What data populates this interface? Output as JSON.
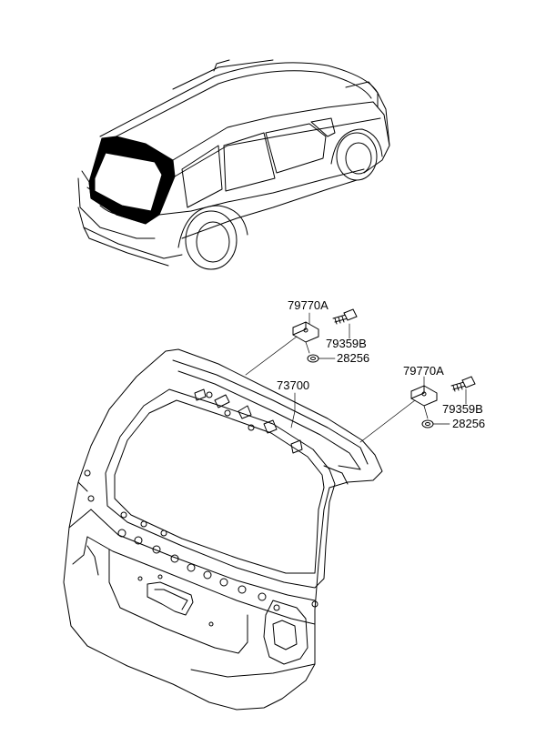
{
  "labels": {
    "left_bracket": "79770A",
    "left_bolt": "79359B",
    "left_nut": "28256",
    "tailgate": "73700",
    "right_bracket": "79770A",
    "right_bolt": "79359B",
    "right_nut": "28256"
  }
}
